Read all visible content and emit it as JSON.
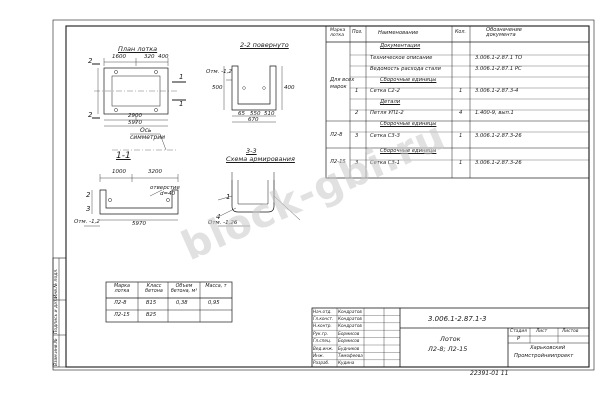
{
  "plan": {
    "title": "План лотка",
    "dims": [
      "1600",
      "320",
      "400",
      "2900",
      "5970"
    ],
    "section_marks": [
      "2",
      "2",
      "1",
      "1"
    ]
  },
  "section22": {
    "title": "2-2 повернуто",
    "labels": [
      "Отм. -1,2",
      "500",
      "400",
      "550",
      "65",
      "670",
      "510"
    ]
  },
  "axis": {
    "label1": "Ось",
    "label2": "симметрии"
  },
  "section11": {
    "title": "1-1",
    "labels": [
      "1000",
      "3200",
      "отверстие",
      "d=40",
      "5970",
      "Отм. -1,2"
    ],
    "marks": [
      "2",
      "3"
    ]
  },
  "section33": {
    "title1": "3-3",
    "title2": "Схема армирования",
    "labels": [
      "1",
      "4",
      "Отм. -1,26"
    ]
  },
  "spec": {
    "headers": {
      "mark": "Марка лотка",
      "pos": "Поз.",
      "name": "Наименование",
      "qty": "Кол.",
      "doc": "Обозначение документа"
    },
    "group_label1": "Для всех",
    "group_label2": "марок",
    "rows": [
      {
        "pos": "",
        "name": "Документация",
        "qty": "",
        "doc": "",
        "heading": true
      },
      {
        "pos": "",
        "name": "Техническое описание",
        "qty": "",
        "doc": "3.006.1-2.87.1   ТО",
        "heading": false
      },
      {
        "pos": "",
        "name": "Ведомость расхода стали",
        "qty": "",
        "doc": "3.006.1-2.87.1   РС",
        "heading": false
      },
      {
        "pos": "",
        "name": "Сборочные единицы",
        "qty": "",
        "doc": "",
        "heading": true
      },
      {
        "pos": "1",
        "name": "Сетка С2-2",
        "qty": "1",
        "doc": "3.006.1-2.87.3-4",
        "heading": false
      },
      {
        "pos": "",
        "name": "Детали",
        "qty": "",
        "doc": "",
        "heading": true
      },
      {
        "pos": "2",
        "name": "Петля УП1-2",
        "qty": "4",
        "doc": "1.400-9, вып.1",
        "heading": false
      },
      {
        "pos": "",
        "name": "Сборочные единицы",
        "qty": "",
        "doc": "",
        "heading": true
      },
      {
        "pos": "3",
        "name": "Сетка С3-3",
        "qty": "1",
        "doc": "3.006.1-2.87.3-26",
        "heading": false
      },
      {
        "pos": "",
        "name": "Сборочные единицы",
        "qty": "",
        "doc": "",
        "heading": true
      },
      {
        "pos": "3",
        "name": "Сетка С3-1",
        "qty": "1",
        "doc": "3.006.1-2.87.3-26",
        "heading": false
      }
    ],
    "marks": [
      "Л2-8",
      "Л2-15"
    ]
  },
  "mark_table": {
    "headers": [
      "Марка лотка",
      "Класс бетона",
      "Объем бетона, м³",
      "Масса, т"
    ],
    "rows": [
      [
        "Л2-8",
        "В15",
        "0,38",
        "0,95"
      ],
      [
        "Л2-15",
        "В25",
        "",
        ""
      ]
    ]
  },
  "title_block": {
    "doc_code": "3.006.1-2.87.1-3",
    "product_name1": "Лоток",
    "product_name2": "Л2-8; Л2-15",
    "stage_headers": [
      "Стадия",
      "Лист",
      "Листов"
    ],
    "stage_values": [
      "Р",
      "",
      ""
    ],
    "org1": "Харьковский",
    "org2": "Промстройниипроект",
    "roles": [
      "Нач.отд.",
      "Гл.конст.",
      "Н.контр.",
      "Рук.гр.",
      "Гл.спец.",
      "Вед.инж.",
      "Инж.",
      "Разраб."
    ],
    "names": [
      "Кондратов",
      "Кондратов",
      "Кондратов",
      "Бормисов",
      "Бормисов",
      "Будников",
      "Тимофеева",
      "Кудина"
    ]
  },
  "side_stamp": [
    "Инв.№ подл.",
    "Подпись и дата",
    "Взам.инв.№"
  ],
  "footer": "22391-01   11",
  "watermark": "block-gbi.ru"
}
